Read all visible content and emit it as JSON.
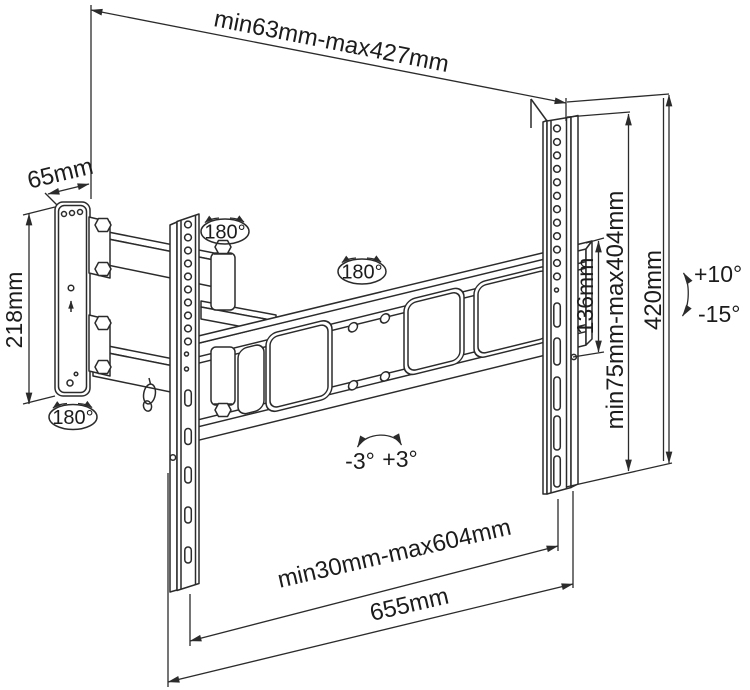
{
  "meta": {
    "title": "Articulating TV wall mount dimensional drawing"
  },
  "diagram": {
    "background": "#ffffff",
    "line_color": "#2b2b2b",
    "text_color": "#1c1c1c",
    "dimensions": {
      "top_span": "min63mm-max427mm",
      "wall_plate_depth": "65mm",
      "wall_plate_height": "218mm",
      "bracket_height": "136mm",
      "vesa_span": "min75mm-max404mm",
      "rail_height": "420mm",
      "bottom_span": "min30mm-max604mm",
      "crossbar_width": "655mm"
    },
    "angles": {
      "swivel_arm_top": "180°",
      "swivel_arm_mid": "180°",
      "swivel_base": "180°",
      "tilt_up": "+10°",
      "tilt_down": "-15°",
      "level_left": "-3°",
      "level_right": "+3°"
    }
  }
}
